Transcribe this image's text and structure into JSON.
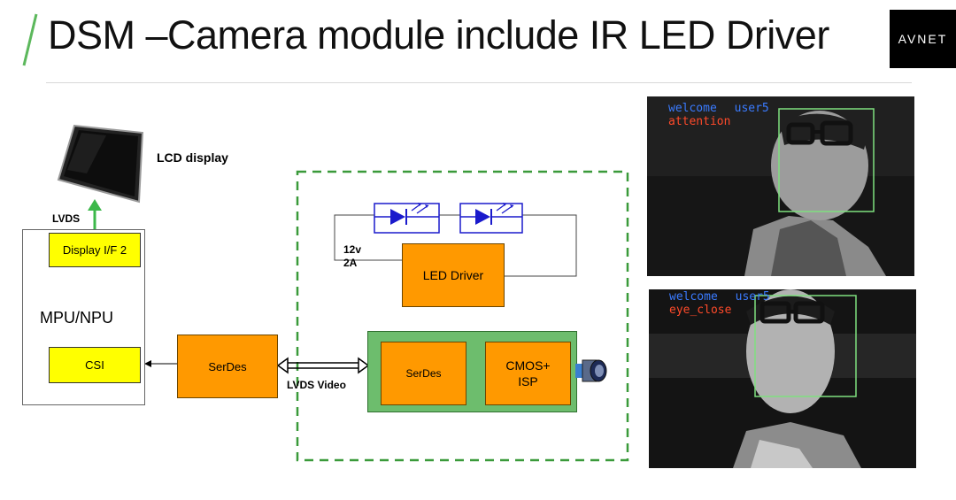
{
  "header": {
    "title": "DSM –Camera module include IR LED Driver",
    "logo_text": "AVNET",
    "accent_color": "#5cb85c"
  },
  "diagram": {
    "lcd_label": "LCD display",
    "lvds_label": "LVDS",
    "mpu_label": "MPU/NPU",
    "display_if_label": "Display I/F 2",
    "csi_label": "CSI",
    "serdes_left_label": "SerDes",
    "lvds_video_label": "LVDS Video",
    "power_label_line1": "12v",
    "power_label_line2": "2A",
    "led_driver_label": "LED Driver",
    "serdes_module_label": "SerDes",
    "cmos_label_line1": "CMOS+",
    "cmos_label_line2": "ISP",
    "colors": {
      "orange": "#ff9900",
      "yellow": "#ffff00",
      "module_green": "#6dbd6d",
      "dashed_green": "#3a9a3a",
      "arrow_green": "#3cb84a",
      "led_blue": "#1a1acc"
    },
    "icons": [
      "led-icon",
      "led-icon",
      "camera-lens-icon",
      "lcd-monitor-icon"
    ]
  },
  "photos": [
    {
      "overlay_line1_a": "welcome",
      "overlay_line1_b": "user5",
      "overlay_line2": "attention"
    },
    {
      "overlay_line1_a": "welcome",
      "overlay_line1_b": "user5",
      "overlay_line2": "eye_close"
    }
  ]
}
